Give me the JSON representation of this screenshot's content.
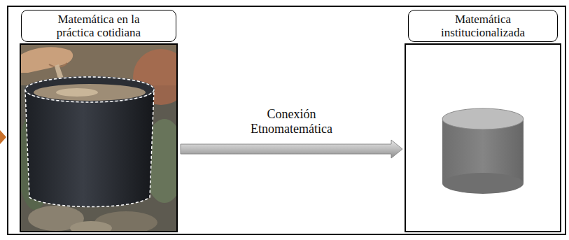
{
  "diagram": {
    "nodes": [
      {
        "text": [
          "Matemática en la práctica cotidiana"
        ]
      },
      {
        "text": [
          "Matemática institucionalizada"
        ]
      }
    ],
    "edges": [
      {
        "from": 0,
        "to": 1,
        "arrow": "to",
        "label": "Conexión Etnomatemática"
      }
    ]
  }
}
